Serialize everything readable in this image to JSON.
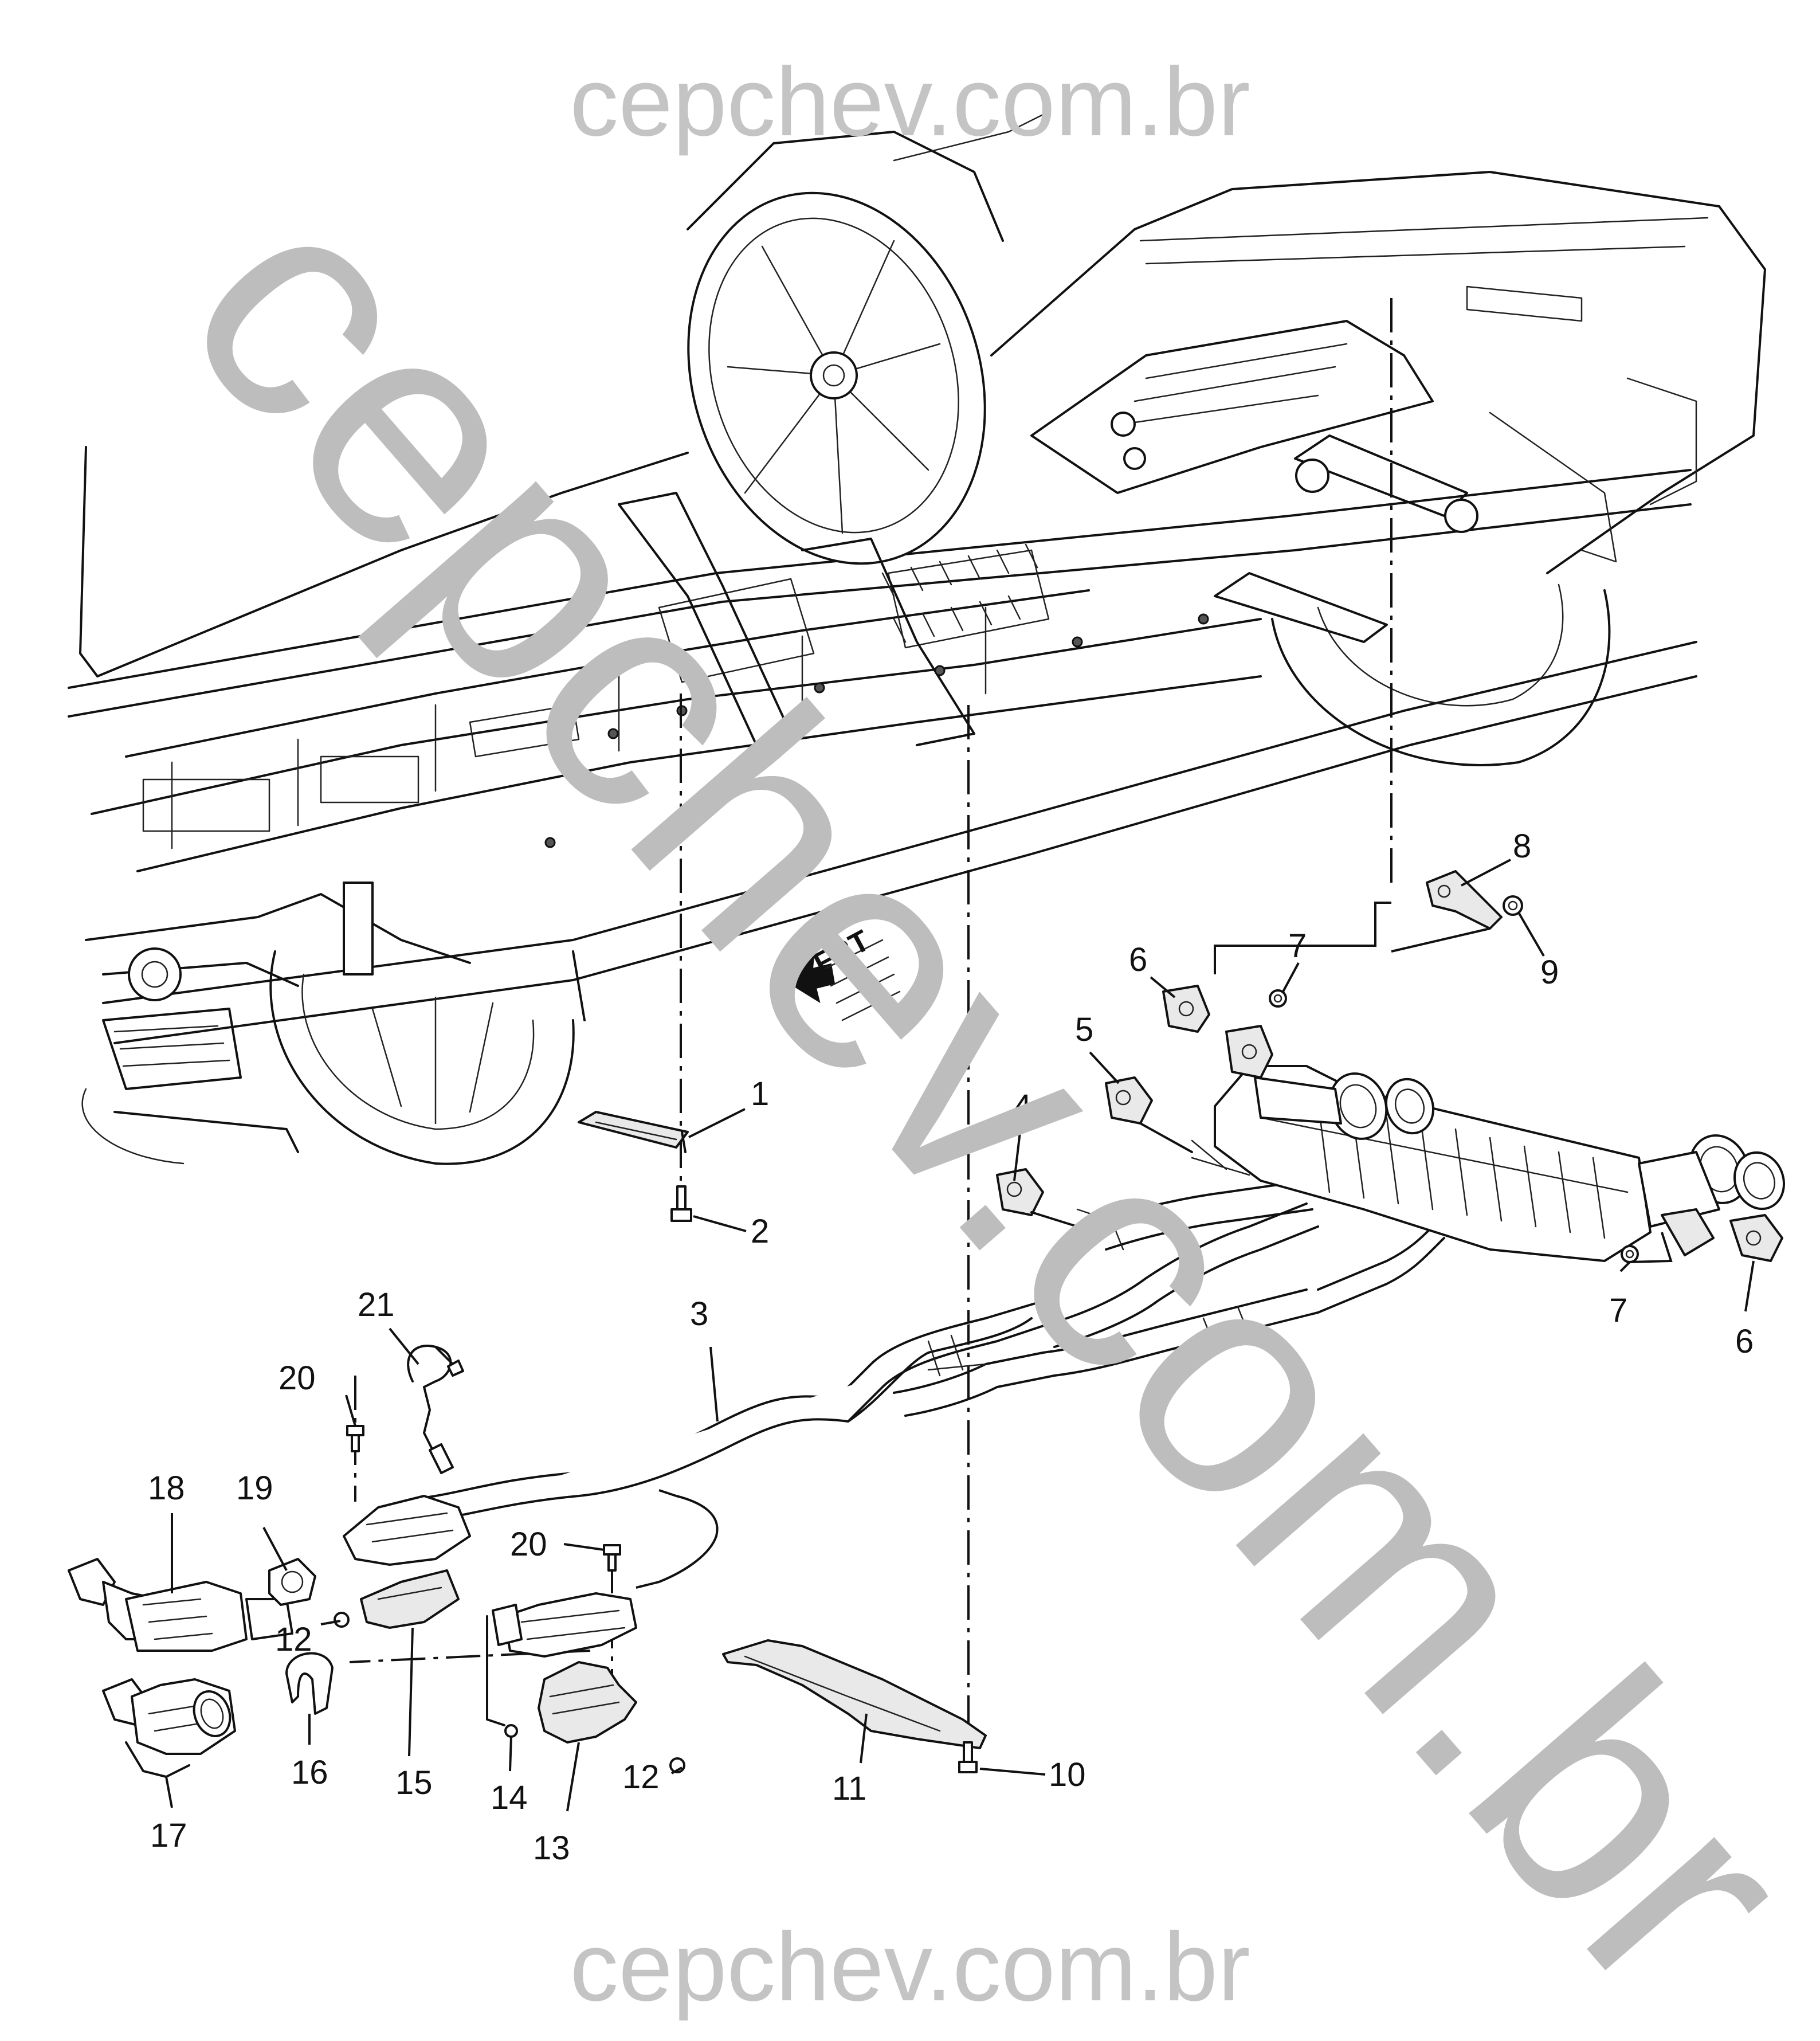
{
  "watermark": {
    "top": "cepchev.com.br",
    "bottom": "cepchev.com.br",
    "diagonal": "cepchev.com.br"
  },
  "direction_indicator": {
    "label": "FRT"
  },
  "callouts": [
    {
      "id": "c1",
      "label": "1",
      "part": "heat-shield-front-floor"
    },
    {
      "id": "c2",
      "label": "2",
      "part": "bolt"
    },
    {
      "id": "c3",
      "label": "3",
      "part": "exhaust-pipe-assembly"
    },
    {
      "id": "c4",
      "label": "4",
      "part": "insulator-hanger"
    },
    {
      "id": "c5",
      "label": "5",
      "part": "insulator-hanger"
    },
    {
      "id": "c6a",
      "label": "6",
      "part": "insulator-hanger"
    },
    {
      "id": "c6b",
      "label": "6",
      "part": "insulator-hanger"
    },
    {
      "id": "c7a",
      "label": "7",
      "part": "nut"
    },
    {
      "id": "c7b",
      "label": "7",
      "part": "nut"
    },
    {
      "id": "c8",
      "label": "8",
      "part": "muffler-bracket"
    },
    {
      "id": "c9",
      "label": "9",
      "part": "nut"
    },
    {
      "id": "c10",
      "label": "10",
      "part": "bolt"
    },
    {
      "id": "c11",
      "label": "11",
      "part": "heat-shield-tunnel"
    },
    {
      "id": "c12a",
      "label": "12",
      "part": "nut"
    },
    {
      "id": "c12b",
      "label": "12",
      "part": "nut"
    },
    {
      "id": "c13",
      "label": "13",
      "part": "converter-heat-shield"
    },
    {
      "id": "c14",
      "label": "14",
      "part": "stud"
    },
    {
      "id": "c15",
      "label": "15",
      "part": "converter-heat-shield"
    },
    {
      "id": "c16",
      "label": "16",
      "part": "clamp"
    },
    {
      "id": "c17",
      "label": "17",
      "part": "catalytic-converter-right"
    },
    {
      "id": "c18",
      "label": "18",
      "part": "catalytic-converter-left"
    },
    {
      "id": "c19",
      "label": "19",
      "part": "clamp"
    },
    {
      "id": "c20a",
      "label": "20",
      "part": "bolt"
    },
    {
      "id": "c20b",
      "label": "20",
      "part": "bolt"
    },
    {
      "id": "c21",
      "label": "21",
      "part": "oxygen-sensor"
    }
  ]
}
